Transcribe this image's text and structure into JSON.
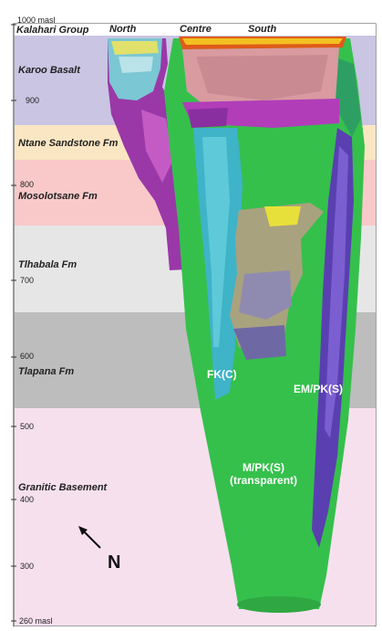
{
  "scale": {
    "ticks": [
      {
        "label": "1000 masl",
        "value": 1000
      },
      {
        "label": "900",
        "value": 900
      },
      {
        "label": "800",
        "value": 800
      },
      {
        "label": "700",
        "value": 700
      },
      {
        "label": "600",
        "value": 600
      },
      {
        "label": "500",
        "value": 500
      },
      {
        "label": "400",
        "value": 400
      },
      {
        "label": "300",
        "value": 300
      },
      {
        "label": "260 masl",
        "value": 260
      }
    ]
  },
  "formations": [
    {
      "label": "Kalahari Group",
      "color": "#ffffff"
    },
    {
      "label": "Karoo Basalt",
      "color": "#c9c5e3"
    },
    {
      "label": "Ntane Sandstone Fm",
      "color": "#fbe6c3"
    },
    {
      "label": "Mosolotsane Fm",
      "color": "#f9c9c9"
    },
    {
      "label": "Tlhabala Fm",
      "color": "#e6e6e6"
    },
    {
      "label": "Tlapana Fm",
      "color": "#bdbdbd"
    },
    {
      "label": "Granitic Basement",
      "color": "#f6e0ee"
    }
  ],
  "pipes": {
    "north": "North",
    "centre": "Centre",
    "south": "South"
  },
  "units": {
    "fk": "FK(C)",
    "em": "EM/PK(S)",
    "mpk_line1": "M/PK(S)",
    "mpk_line2": "(transparent)"
  },
  "north_arrow": {
    "label": "N"
  },
  "colors": {
    "mpk_green": "#35c04c",
    "fk_cyan": "#3fb3c8",
    "em_purple": "#5a3fb0",
    "north_magenta": "#9a38a8"
  }
}
